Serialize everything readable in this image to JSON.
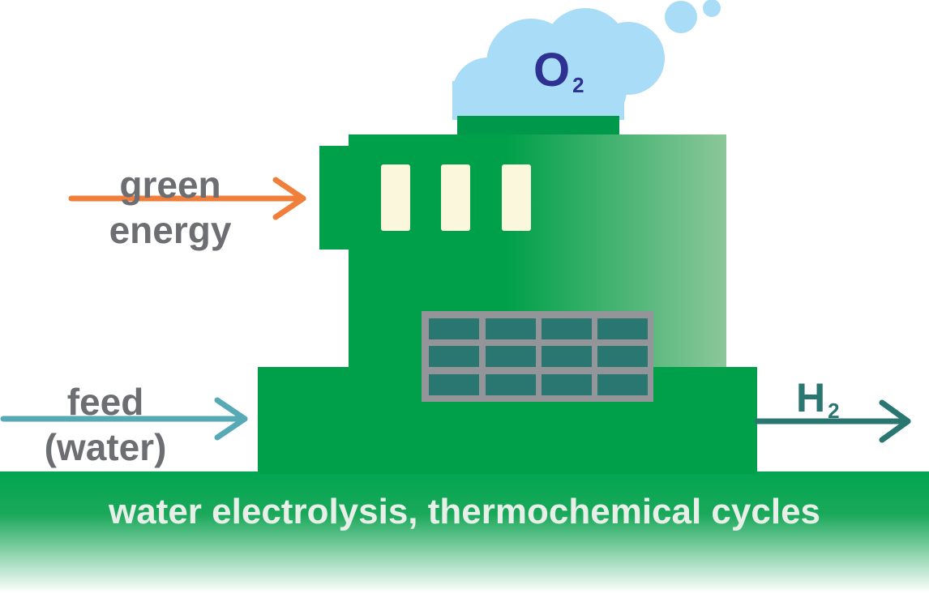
{
  "labels": {
    "oxygen": "O",
    "oxygen_sub": "2",
    "hydrogen": "H",
    "hydrogen_sub": "2",
    "energy_line1": "green",
    "energy_line2": "energy",
    "feed_line1": "feed",
    "feed_line2": "(water)",
    "caption": "water electrolysis, thermochemical cycles"
  },
  "colors": {
    "plant_green": "#00a04a",
    "plant_dark_green": "#00984a",
    "ground_green": "#00a651",
    "cloud": "#a9dcf6",
    "window": "#fbf7dc",
    "panel_frame": "#939598",
    "panel_cell": "#2a7670",
    "energy_arrow": "#f07f3c",
    "feed_arrow": "#57a9b6",
    "h2_arrow": "#2a7670",
    "o2_text": "#2e3192"
  },
  "icons": [
    "cloud-icon",
    "factory-icon",
    "solar-panel-icon",
    "arrow-right-icon"
  ]
}
